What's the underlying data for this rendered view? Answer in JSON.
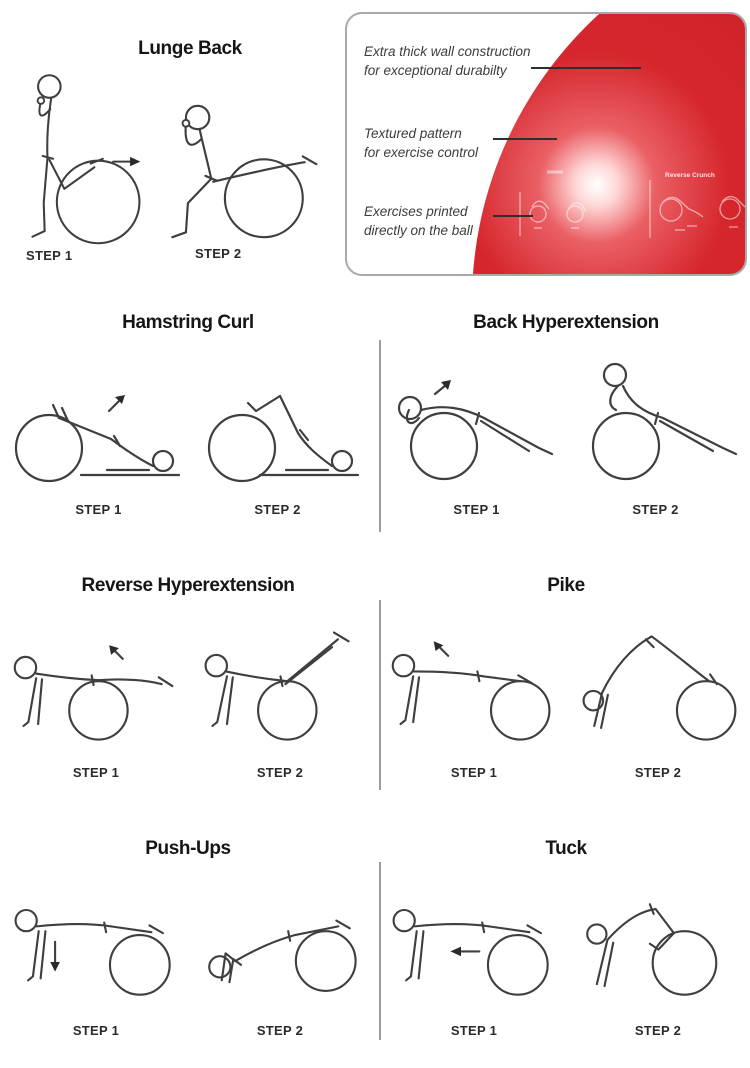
{
  "page": {
    "background": "#ffffff"
  },
  "labels": {
    "step1": "STEP 1",
    "step2": "STEP 2"
  },
  "product_panel": {
    "border_color": "#a9a9a9",
    "ball_color": "#cb2127",
    "ball_print_label": "Reverse Crunch",
    "callouts": [
      {
        "line1": "Extra thick wall construction",
        "line2": "for exceptional durabilty"
      },
      {
        "line1": "Textured pattern",
        "line2": "for exercise control"
      },
      {
        "line1": "Exercises printed",
        "line2": "directly on the ball"
      }
    ]
  },
  "exercises": [
    {
      "title": "Lunge Back"
    },
    {
      "title": "Hamstring Curl"
    },
    {
      "title": "Back Hyperextension"
    },
    {
      "title": "Reverse Hyperextension"
    },
    {
      "title": "Pike"
    },
    {
      "title": "Push-Ups"
    },
    {
      "title": "Tuck"
    }
  ]
}
